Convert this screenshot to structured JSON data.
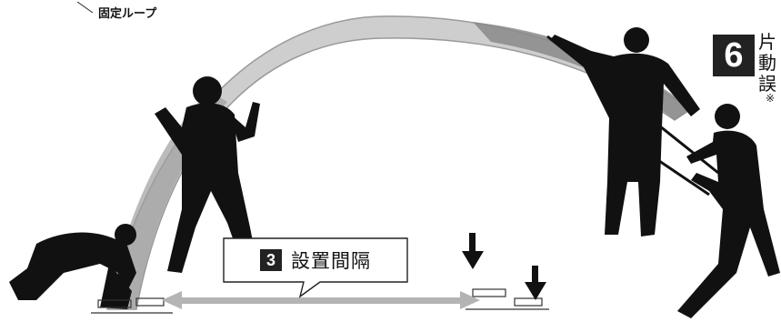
{
  "loop_label": "固定ループ",
  "step": {
    "number": "6",
    "lines": [
      "片",
      "動",
      "誤"
    ],
    "note": "※"
  },
  "callout": {
    "badge": "3",
    "text": "設置間隔"
  },
  "colors": {
    "silhouette": "#111111",
    "sheet_fill": "#bdbdbd",
    "sheet_dark": "#8a8a8a",
    "measure_arrow": "#b4b4b4"
  },
  "icons": [
    "down-arrow-icon",
    "down-arrow-icon"
  ]
}
